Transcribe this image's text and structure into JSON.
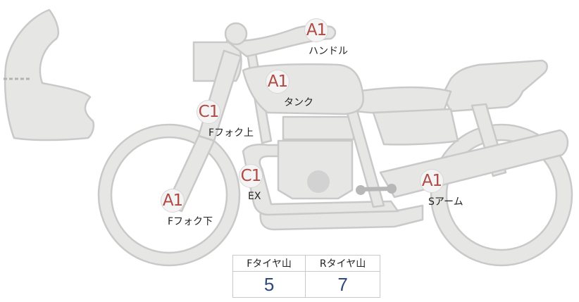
{
  "colors": {
    "part_fill": "#e6e6e5",
    "part_stroke": "#c9c9c9",
    "grade_text": "#b04a45",
    "value_text": "#2e4a7a"
  },
  "parts": [
    {
      "id": "handle",
      "grade": "A1",
      "label": "ハンドル"
    },
    {
      "id": "tank",
      "grade": "A1",
      "label": "タンク"
    },
    {
      "id": "fork-upper",
      "grade": "C1",
      "label": "Fフォク上"
    },
    {
      "id": "exhaust",
      "grade": "C1",
      "label": "EX"
    },
    {
      "id": "fork-lower",
      "grade": "A1",
      "label": "Fフォク下"
    },
    {
      "id": "swingarm",
      "grade": "A1",
      "label": "Sアーム"
    }
  ],
  "tire_table": {
    "headers": [
      "Fタイヤ山",
      "Rタイヤ山"
    ],
    "values": [
      "5",
      "7"
    ]
  }
}
